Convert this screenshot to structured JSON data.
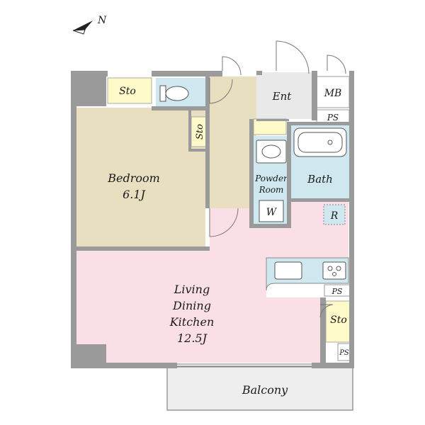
{
  "compass": {
    "label": "N",
    "icon": "north-arrow-icon"
  },
  "rooms": {
    "storage_top": "Sto",
    "storage_mid": "Sto",
    "storage_right": "Sto",
    "entrance": "Ent",
    "meter_box": "MB",
    "pipe_space_1": "PS",
    "pipe_space_2": "PS",
    "pipe_space_3": "PS",
    "bedroom_name": "Bedroom",
    "bedroom_size": "6.1J",
    "powder_line1": "Powder",
    "powder_line2": "Room",
    "washer": "W",
    "bath": "Bath",
    "refrigerator": "R",
    "ldk_line1": "Living",
    "ldk_line2": "Dining",
    "ldk_line3": "Kitchen",
    "ldk_size": "12.5J",
    "balcony": "Balcony"
  },
  "colors": {
    "bedroom": "#e8dfc0",
    "ldk": "#fae0e6",
    "water": "#cfe7ef",
    "storage": "#fdf9c8",
    "entrance": "#e9e9e9",
    "balcony": "#eeeeee",
    "wall": "#9a9a9a"
  }
}
